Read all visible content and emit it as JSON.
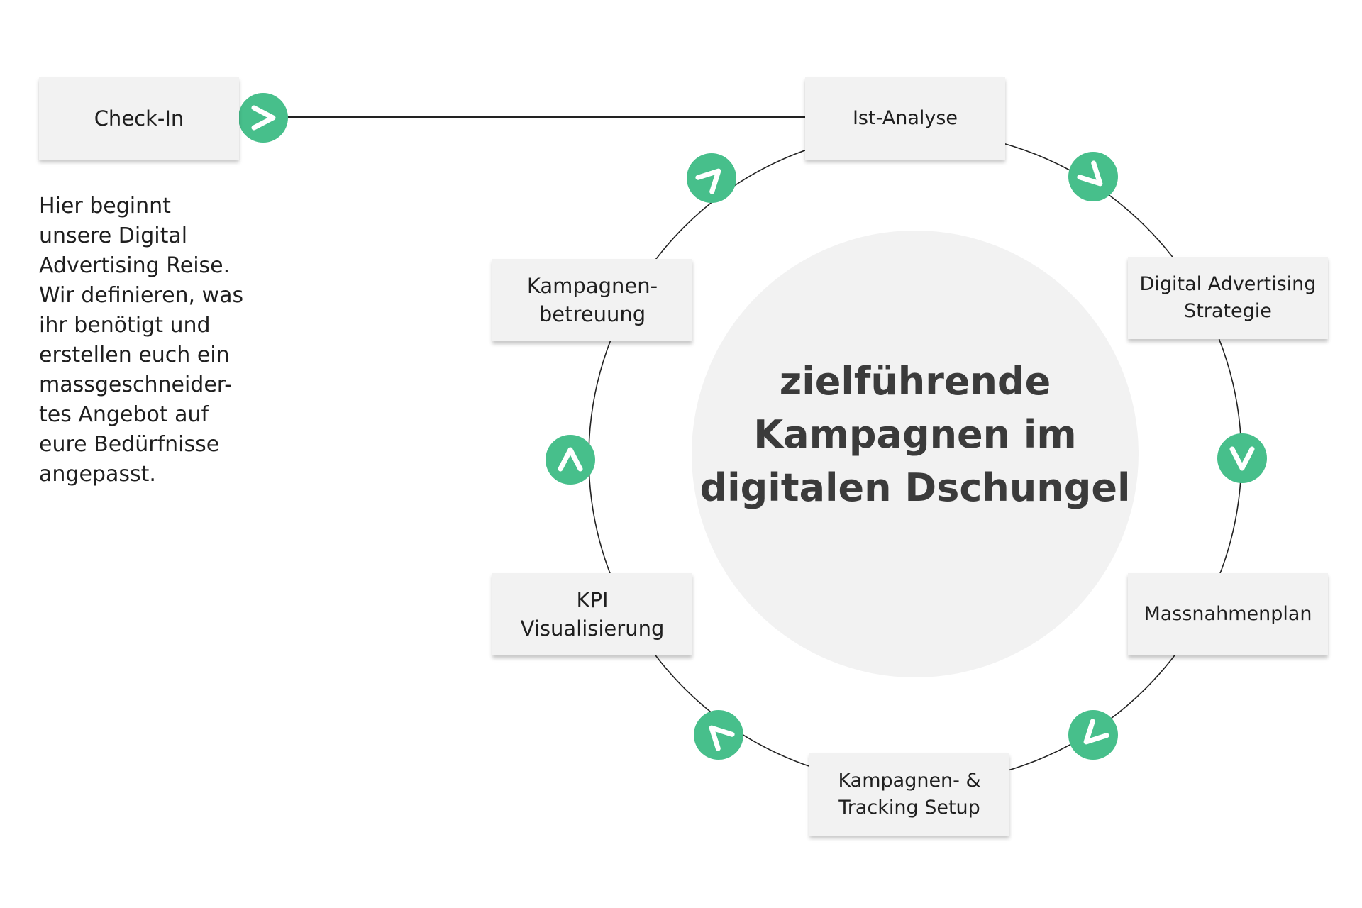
{
  "colors": {
    "accent": "#47bf8b",
    "box_bg": "#f2f2f2",
    "center_bg": "#f2f2f2",
    "line": "#222222"
  },
  "nodes": {
    "check_in": "Check-In",
    "ist_analyse": "Ist-Analyse",
    "strategie": "Digital Advertising\nStrategie",
    "massnahmenplan": "Massnahmenplan",
    "setup": "Kampagnen- &\nTracking Setup",
    "kpi": "KPI\nVisualisierung",
    "betreuung": "Kampagnen-\nbetreuung"
  },
  "intro_text": "Hier beginnt\nunsere Digital\nAdvertising Reise.\nWir definieren, was\nihr benötigt und\nerstellen euch ein\nmassgeschneider-\ntes Angebot auf\neure Bedürfnisse\nangepasst.",
  "center_text": "zielführende\nKampagnen im\ndigitalen Dschungel",
  "arrow_icon": "chevron-arrow-icon"
}
